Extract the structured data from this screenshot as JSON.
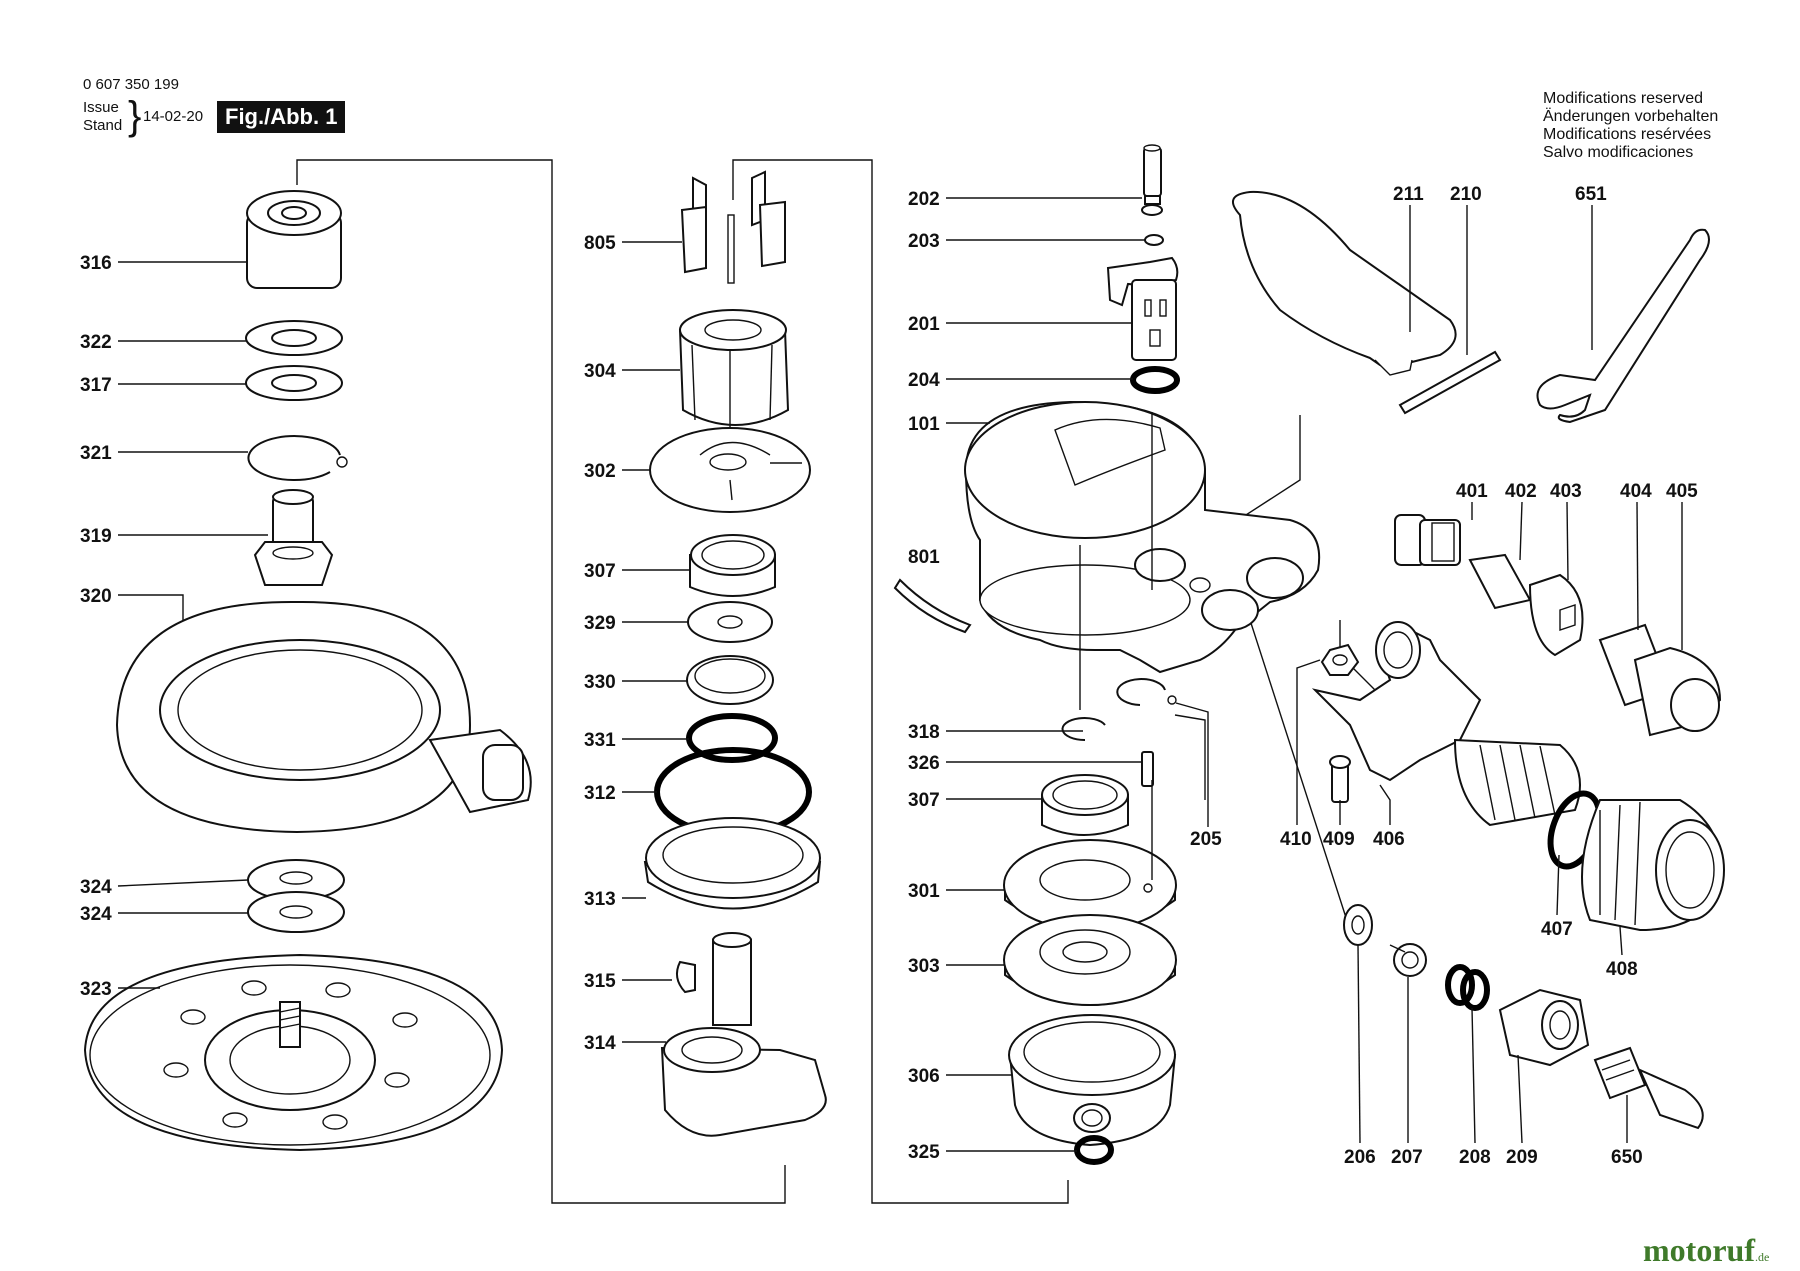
{
  "header": {
    "document_number": "0 607 350 199",
    "issue_label": "Issue",
    "stand_label": "Stand",
    "issue_date": "14-02-20",
    "figure_label": "Fig./Abb. 1"
  },
  "notice": {
    "lines": [
      "Modifications reserved",
      "Änderungen vorbehalten",
      "Modifications resérvées",
      "Salvo modificaciones"
    ]
  },
  "watermark": {
    "brand": "motoruf",
    "suffix": ".de",
    "brand_color": "#3f7a2a"
  },
  "parts": [
    {
      "id": "316"
    },
    {
      "id": "322"
    },
    {
      "id": "317"
    },
    {
      "id": "321"
    },
    {
      "id": "319"
    },
    {
      "id": "320"
    },
    {
      "id": "324a",
      "label": "324"
    },
    {
      "id": "324b",
      "label": "324"
    },
    {
      "id": "323"
    },
    {
      "id": "805"
    },
    {
      "id": "304"
    },
    {
      "id": "302"
    },
    {
      "id": "307a",
      "label": "307"
    },
    {
      "id": "329"
    },
    {
      "id": "330"
    },
    {
      "id": "331"
    },
    {
      "id": "312"
    },
    {
      "id": "313"
    },
    {
      "id": "315"
    },
    {
      "id": "314"
    },
    {
      "id": "202"
    },
    {
      "id": "203"
    },
    {
      "id": "201"
    },
    {
      "id": "204"
    },
    {
      "id": "101"
    },
    {
      "id": "801"
    },
    {
      "id": "318"
    },
    {
      "id": "326"
    },
    {
      "id": "307b",
      "label": "307"
    },
    {
      "id": "301"
    },
    {
      "id": "303"
    },
    {
      "id": "306"
    },
    {
      "id": "325"
    },
    {
      "id": "205"
    },
    {
      "id": "211"
    },
    {
      "id": "210"
    },
    {
      "id": "651"
    },
    {
      "id": "401"
    },
    {
      "id": "402"
    },
    {
      "id": "403"
    },
    {
      "id": "404"
    },
    {
      "id": "405"
    },
    {
      "id": "410"
    },
    {
      "id": "409"
    },
    {
      "id": "406"
    },
    {
      "id": "407"
    },
    {
      "id": "408"
    },
    {
      "id": "206"
    },
    {
      "id": "207"
    },
    {
      "id": "208"
    },
    {
      "id": "209"
    },
    {
      "id": "650"
    }
  ]
}
